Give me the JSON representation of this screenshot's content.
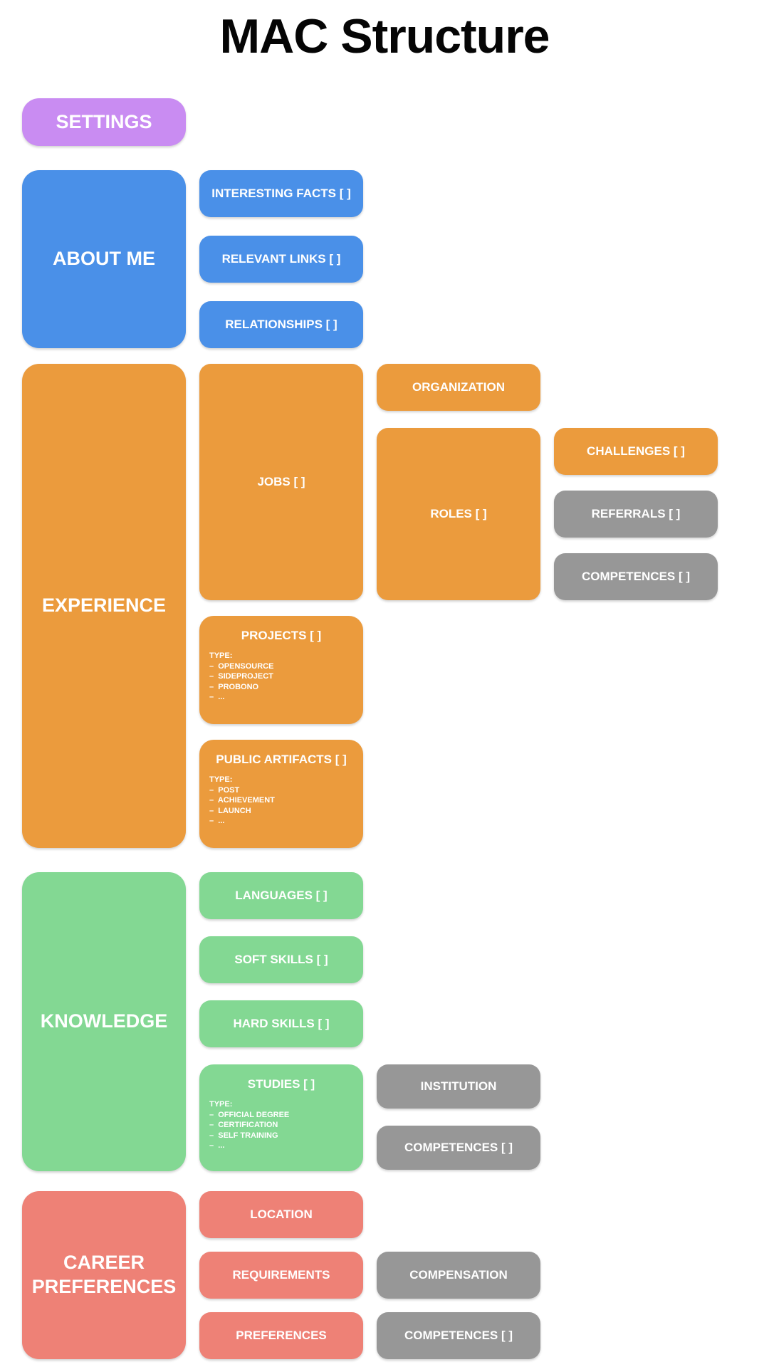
{
  "title": "MAC Structure",
  "colors": {
    "settings_purple": "#c98cf2",
    "about_blue": "#4a90e8",
    "experience_orange": "#eb9b3d",
    "knowledge_green": "#83d893",
    "career_red": "#ee8176",
    "leaf_gray": "#979797",
    "text_white": "#ffffff",
    "title_black": "#050505"
  },
  "settings": {
    "label": "SETTINGS"
  },
  "about_me": {
    "label": "ABOUT ME",
    "interesting_facts": "INTERESTING FACTS [ ]",
    "relevant_links": "RELEVANT LINKS [ ]",
    "relationships": "RELATIONSHIPS [ ]"
  },
  "experience": {
    "label": "EXPERIENCE",
    "jobs": "JOBS [ ]",
    "organization": "ORGANIZATION",
    "roles": "ROLES [ ]",
    "challenges": "CHALLENGES [ ]",
    "referrals": "REFERRALS [ ]",
    "competences": "COMPETENCES [ ]",
    "projects": {
      "label": "PROJECTS [ ]",
      "type_heading": "TYPE:",
      "types": [
        "–  OPENSOURCE",
        "–  SIDEPROJECT",
        "–  PROBONO",
        "–  ..."
      ]
    },
    "public_artifacts": {
      "label": "PUBLIC ARTIFACTS [ ]",
      "type_heading": "TYPE:",
      "types": [
        "–  POST",
        "–  ACHIEVEMENT",
        "–  LAUNCH",
        "–  ..."
      ]
    }
  },
  "knowledge": {
    "label": "KNOWLEDGE",
    "languages": "LANGUAGES [ ]",
    "soft_skills": "SOFT SKILLS [ ]",
    "hard_skills": "HARD SKILLS [ ]",
    "studies": {
      "label": "STUDIES [ ]",
      "type_heading": "TYPE:",
      "types": [
        "–  OFFICIAL DEGREE",
        "–  CERTIFICATION",
        "–  SELF TRAINING",
        "–  ..."
      ]
    },
    "institution": "INSTITUTION",
    "competences": "COMPETENCES [ ]"
  },
  "career_preferences": {
    "label": "CAREER PREFERENCES",
    "location": "LOCATION",
    "requirements": "REQUIREMENTS",
    "compensation": "COMPENSATION",
    "preferences": "PREFERENCES",
    "competences": "COMPETENCES [ ]"
  }
}
